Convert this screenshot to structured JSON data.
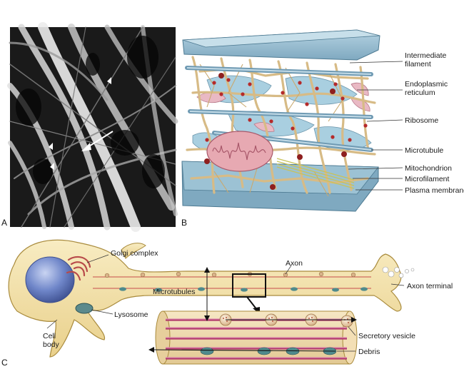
{
  "panels": {
    "a": "A",
    "b": "B",
    "c": "C"
  },
  "panel_b_labels": {
    "intermediate_filament_1": "Intermediate",
    "intermediate_filament_2": "filament",
    "endoplasmic_reticulum_1": "Endoplasmic",
    "endoplasmic_reticulum_2": "reticulum",
    "ribosome": "Ribosome",
    "microtubule": "Microtubule",
    "mitochondrion": "Mitochondrion",
    "microfilament": "Microfilament",
    "plasma_membrane": "Plasma membrane"
  },
  "panel_c_labels": {
    "golgi_complex": "Golgi complex",
    "axon": "Axon",
    "axon_terminal": "Axon terminal",
    "microtubules": "Microtubules",
    "lysosome": "Lysosome",
    "cell_body_1": "Cell",
    "cell_body_2": "body",
    "secretory_vesicle": "Secretory vesicle",
    "debris": "Debris"
  },
  "colors": {
    "membrane_blue": "#8fb8cc",
    "er_blue": "#a9cfe0",
    "filament_tan": "#ecd9b5",
    "ribosome_red": "#b52a2a",
    "mito_pink": "#e7a9b2",
    "cell_yellow": "#f3e3a8",
    "nucleus_blue": "#6f86c9",
    "microtubule_magenta": "#b1376a"
  }
}
